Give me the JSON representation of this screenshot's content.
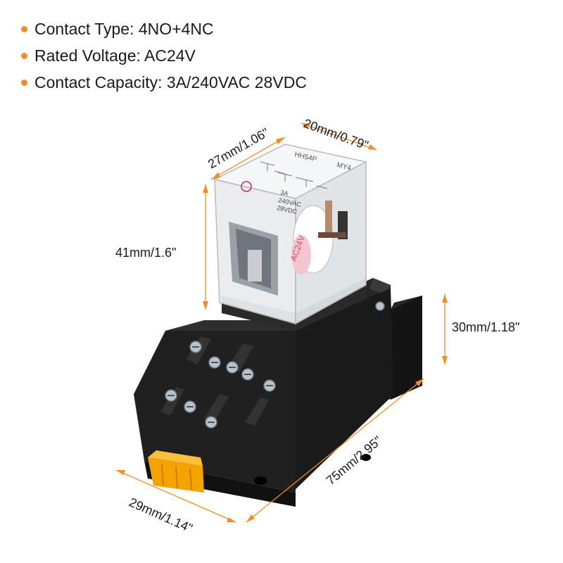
{
  "colors": {
    "accent": "#f28c28",
    "base": "#1c1c1c",
    "cover": "#e9ecee",
    "terminal": "#b9c3cc",
    "clip": "#f5a300"
  },
  "specs": [
    {
      "label": "Contact Type: 4NO+4NC"
    },
    {
      "label": "Rated Voltage: AC24V"
    },
    {
      "label": "Contact Capacity: 3A/240VAC 28VDC"
    }
  ],
  "dimensions": {
    "relay_width": "27mm/1.06\"",
    "relay_depth": "20mm/0.79\"",
    "relay_height": "41mm/1.6\"",
    "base_height": "30mm/1.18\"",
    "base_length": "75mm/2.95\"",
    "base_width": "29mm/1.14\""
  },
  "relay_markings": {
    "model": "HH54P",
    "series": "MY4",
    "rating_current": "3A",
    "rating_ac": "240VAC",
    "rating_dc": "28VDC",
    "coil": "AC24V"
  }
}
